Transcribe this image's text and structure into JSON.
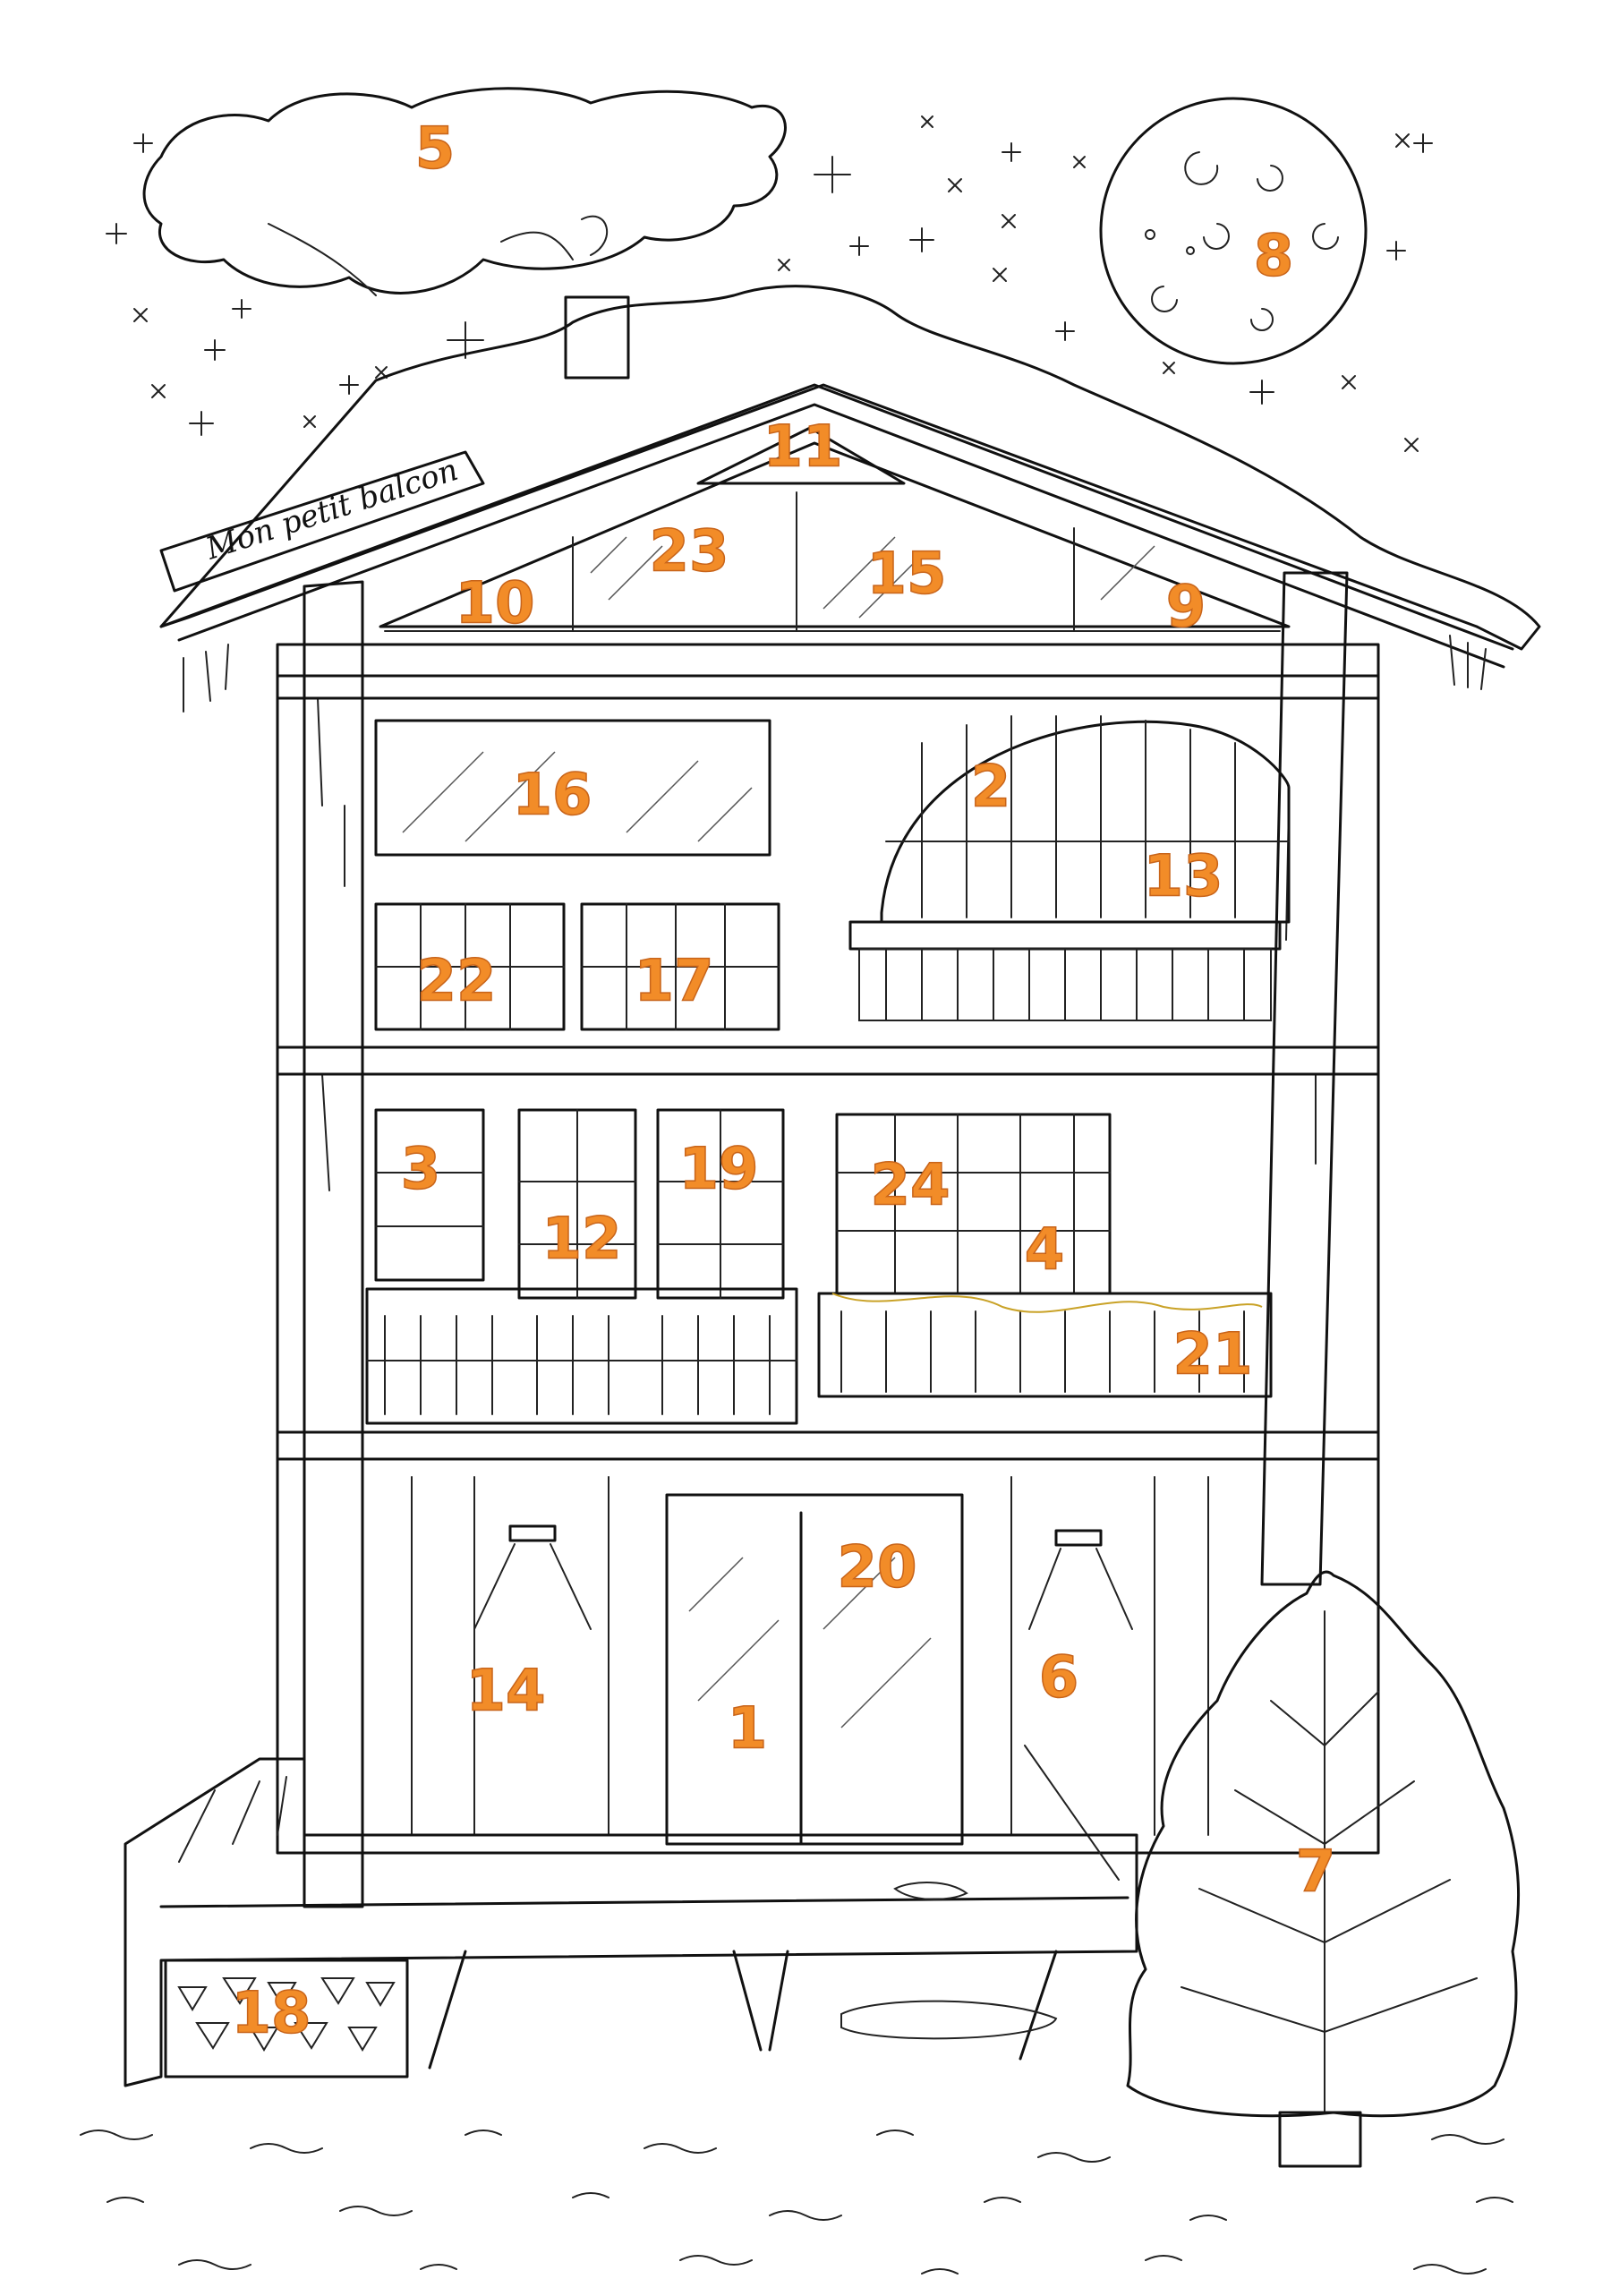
{
  "sign": {
    "text": "Mon petit balcon"
  },
  "doors": [
    {
      "id": "door-5",
      "label": "5"
    },
    {
      "id": "door-8",
      "label": "8"
    },
    {
      "id": "door-11",
      "label": "11"
    },
    {
      "id": "door-23",
      "label": "23"
    },
    {
      "id": "door-15",
      "label": "15"
    },
    {
      "id": "door-10",
      "label": "10"
    },
    {
      "id": "door-9",
      "label": "9"
    },
    {
      "id": "door-16",
      "label": "16"
    },
    {
      "id": "door-2",
      "label": "2"
    },
    {
      "id": "door-13",
      "label": "13"
    },
    {
      "id": "door-22",
      "label": "22"
    },
    {
      "id": "door-17",
      "label": "17"
    },
    {
      "id": "door-3",
      "label": "3"
    },
    {
      "id": "door-19",
      "label": "19"
    },
    {
      "id": "door-24",
      "label": "24"
    },
    {
      "id": "door-12",
      "label": "12"
    },
    {
      "id": "door-4",
      "label": "4"
    },
    {
      "id": "door-21",
      "label": "21"
    },
    {
      "id": "door-20",
      "label": "20"
    },
    {
      "id": "door-14",
      "label": "14"
    },
    {
      "id": "door-6",
      "label": "6"
    },
    {
      "id": "door-1",
      "label": "1"
    },
    {
      "id": "door-7",
      "label": "7"
    },
    {
      "id": "door-18",
      "label": "18"
    }
  ],
  "colors": {
    "number_fill": "#f28c28",
    "ink": "#111111"
  }
}
